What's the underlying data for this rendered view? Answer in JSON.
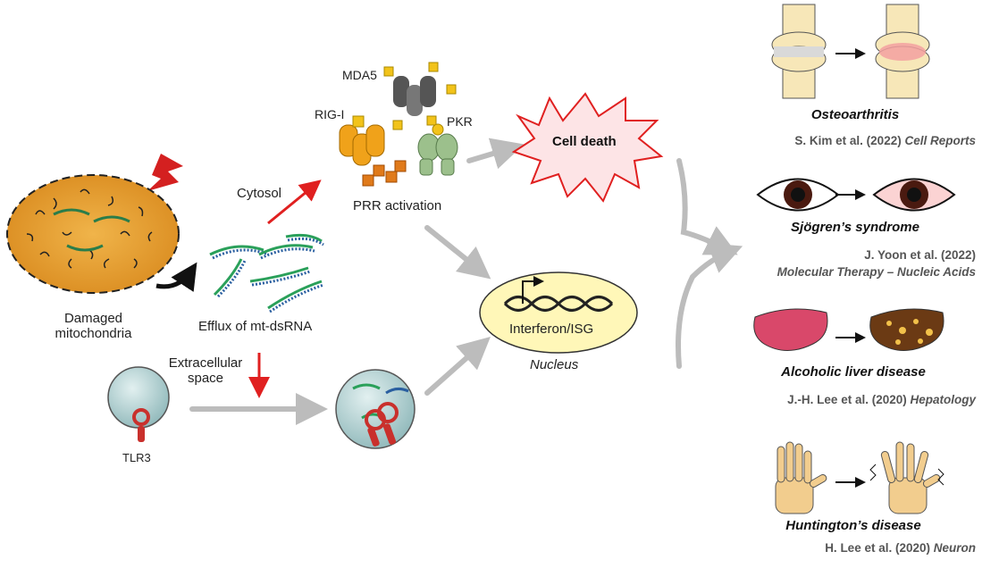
{
  "labels": {
    "damaged_mito_line1": "Damaged",
    "damaged_mito_line2": "mitochondria",
    "efflux": "Efflux of mt-dsRNA",
    "cytosol": "Cytosol",
    "extracellular_line1": "Extracellular",
    "extracellular_line2": "space",
    "tlr3": "TLR3",
    "mda5": "MDA5",
    "rigi": "RIG-I",
    "pkr": "PKR",
    "prr": "PRR activation",
    "cell_death": "Cell death",
    "interferon": "Interferon/ISG",
    "nucleus": "Nucleus"
  },
  "diseases": [
    {
      "name": "Osteoarthritis",
      "ref_plain": "S. Kim et al. (2022) ",
      "ref_journal": "Cell Reports"
    },
    {
      "name": "Sjögren’s syndrome",
      "ref_plain": "J. Yoon et al. (2022)",
      "ref_journal": "Molecular Therapy – Nucleic Acids"
    },
    {
      "name": "Alcoholic liver disease",
      "ref_plain": "J.-H. Lee et al. (2020) ",
      "ref_journal": "Hepatology"
    },
    {
      "name": "Huntington’s disease",
      "ref_plain": "H. Lee et al. (2020) ",
      "ref_journal": "Neuron"
    }
  ],
  "colors": {
    "mito": "#e6a02e",
    "cell": "#c9dfe0",
    "nucleus": "#fff7b8",
    "red_arrow": "#e02020",
    "gray_arrow": "#bcbcbc"
  }
}
